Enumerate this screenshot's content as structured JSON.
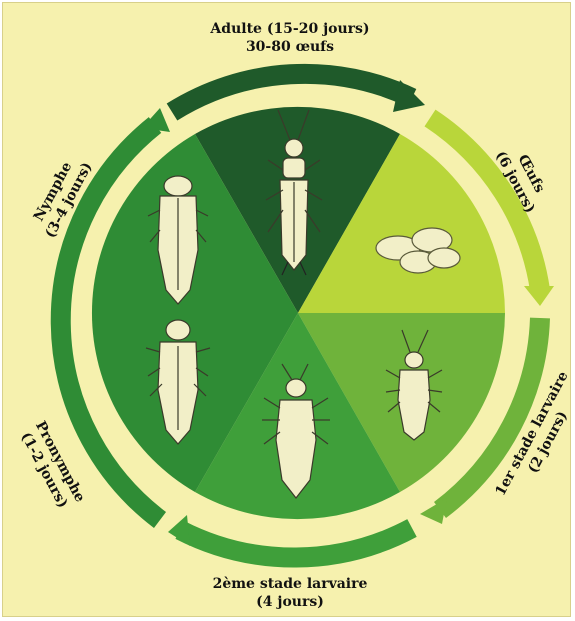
{
  "stages": {
    "adult": {
      "line1": "Adulte (15-20 jours)",
      "line2": "30-80 œufs"
    },
    "eggs": {
      "line1": "Œufs",
      "line2": "(6 jours)"
    },
    "larva1": {
      "line1": "1er stade larvaire",
      "line2": "(2 jours)"
    },
    "larva2": {
      "line1": "2ème stade larvaire",
      "line2": "(4 jours)"
    },
    "prepupa": {
      "line1": "Pronymphe",
      "line2": "(1-2 jours)"
    },
    "pupa": {
      "line1": "Nymphe",
      "line2": "(3-4 jours)"
    }
  },
  "colors": {
    "background": "#f6f1ae",
    "adult_sector": "#1f5a2a",
    "eggs_sector": "#b9d63a",
    "larva1_sector": "#6fb33b",
    "larva2_sector": "#3f9f3a",
    "pupa_sector": "#2f8c35",
    "insect_fill": "#f2efc8"
  }
}
